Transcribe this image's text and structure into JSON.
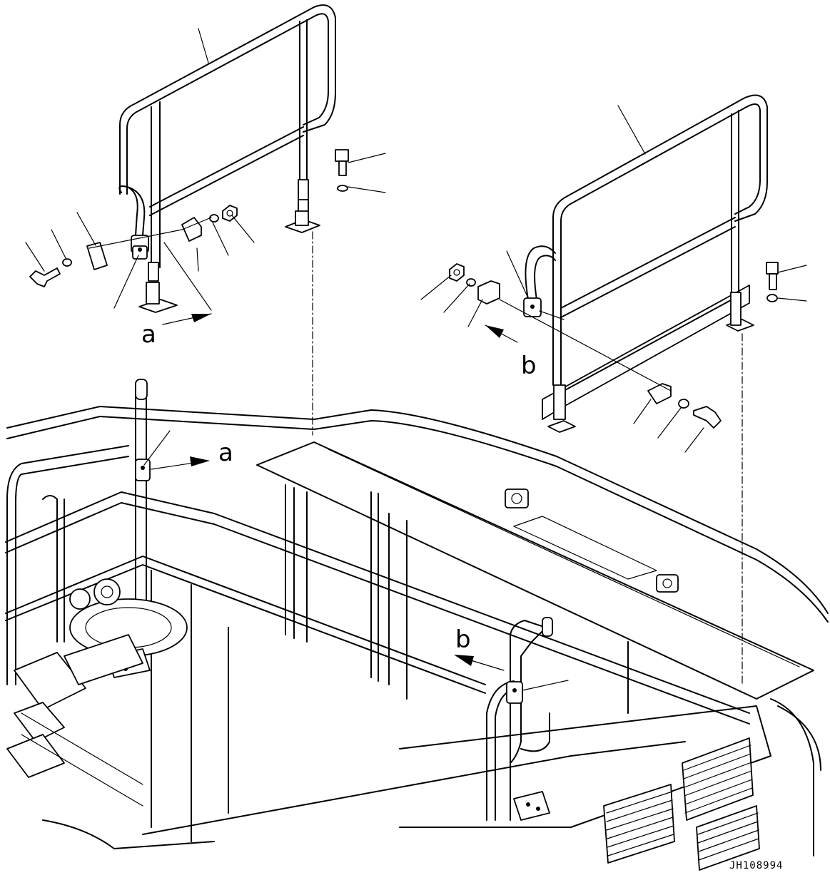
{
  "view_labels": {
    "a_upper": "a",
    "b_upper": "b",
    "a_lower": "a",
    "b_lower": "b"
  },
  "drawing_code": "JH108994",
  "icons": [
    "handrail-left",
    "handrail-right",
    "bolt",
    "washer",
    "nut",
    "bracket",
    "cab-top-frame",
    "louver-grille"
  ]
}
